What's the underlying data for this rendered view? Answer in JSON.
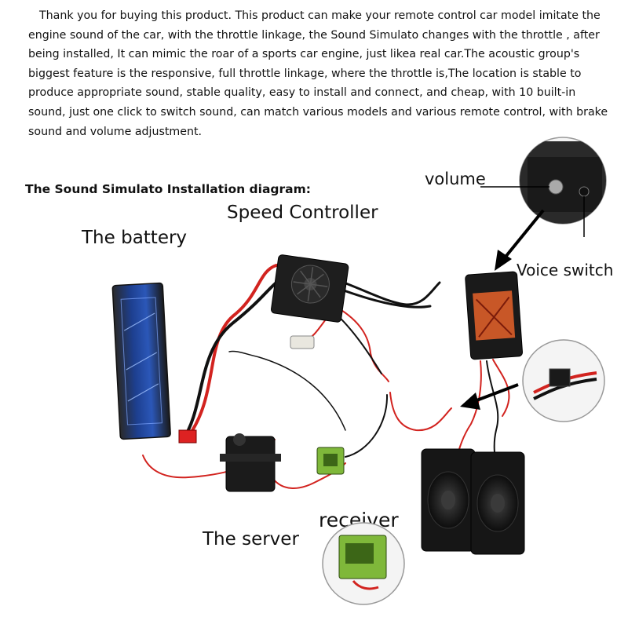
{
  "intro_text": "Thank you for buying this product. This product can make your remote control car model imitate the engine sound of the car, with the throttle linkage, the Sound Simulato changes with the throttle , after being installed, It can mimic the roar of a sports car engine, just likea real car.The acoustic group's biggest feature is the responsive, full throttle linkage, where the throttle is,The location is stable to produce appropriate sound, stable quality, easy to install and connect, and cheap, with 10 built-in sound, just one click to switch sound, can match various models and various remote control, with brake sound and volume adjustment.",
  "diagram": {
    "title": "The Sound Simulato Installation diagram:",
    "labels": {
      "speed_controller": "Speed Controller",
      "battery": "The battery",
      "volume": "volume",
      "voice_switch": "Voice switch",
      "receiver": "receiver",
      "server": "The server"
    }
  },
  "colors": {
    "wire_red": "#d2231f",
    "wire_black": "#111111",
    "wire_white": "#f2f2f2",
    "battery_blue": "#1d3f8f",
    "receiver_green": "#7fb83a",
    "sound_module_orange": "#e8632a"
  }
}
